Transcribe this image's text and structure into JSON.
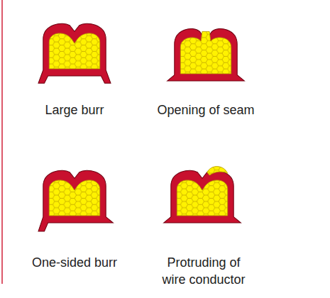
{
  "diagram": {
    "labels": [
      "Large burr",
      "Opening of seam",
      "One-sided burr",
      "Protruding of wire conductor"
    ]
  }
}
